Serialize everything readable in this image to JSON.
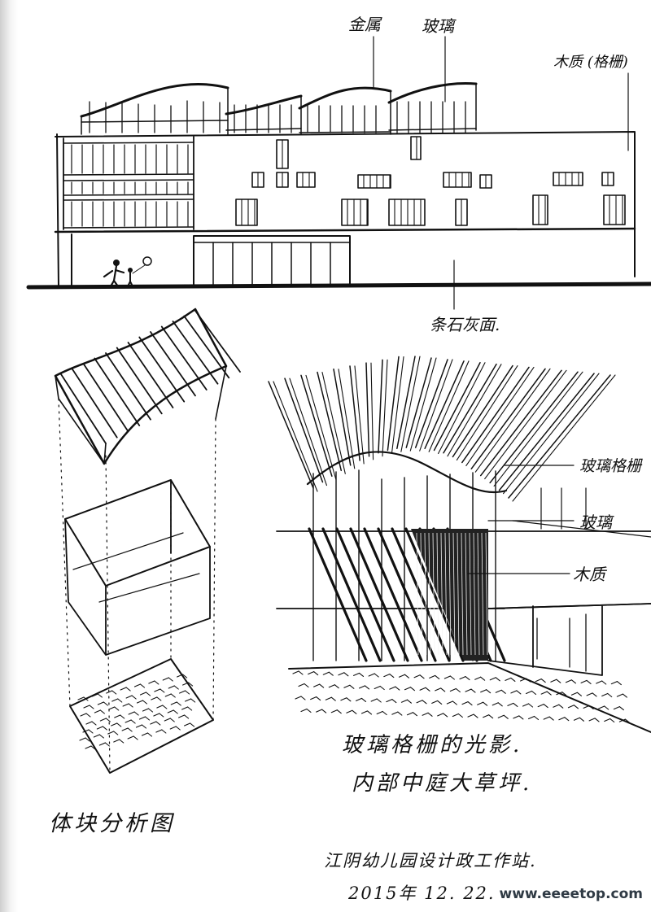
{
  "elevation": {
    "label_metal": "金属",
    "label_glass": "玻璃",
    "label_wood": "木质 (格栅)",
    "label_stone": "条石灰面."
  },
  "detail": {
    "label_glass_grille": "玻璃格栅",
    "label_glass": "玻璃",
    "label_wood": "木质"
  },
  "notes": {
    "line1": "玻璃格栅的光影.",
    "line2": "内部中庭大草坪.",
    "analysis_title": "体块分析图",
    "signature_line1": "江阴幼儿园设计政工作站.",
    "signature_line2": "2015年 12. 22."
  },
  "watermark": "www.eeeetop.com",
  "colors": {
    "ink": "#111111",
    "paper": "#ffffff",
    "watermark": "#2f3a44"
  }
}
